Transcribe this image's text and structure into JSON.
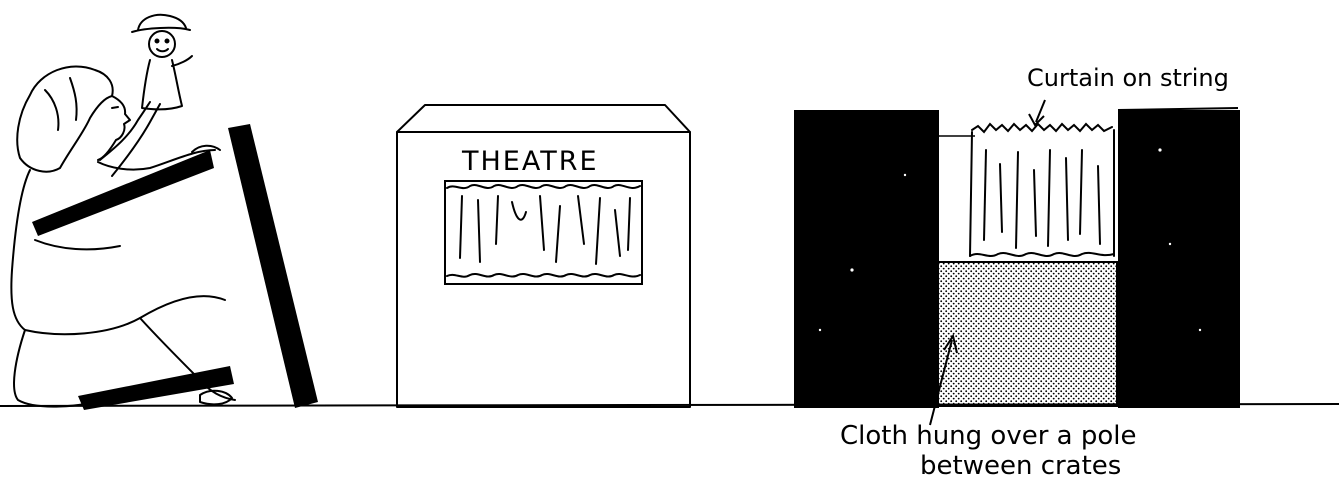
{
  "labels": {
    "theatre_sign": "THEATRE",
    "curtain_caption": "Curtain on string",
    "cloth_caption_line1": "Cloth hung over a pole",
    "cloth_caption_line2": "between crates"
  },
  "colors": {
    "ink": "#000000",
    "paper": "#ffffff"
  }
}
